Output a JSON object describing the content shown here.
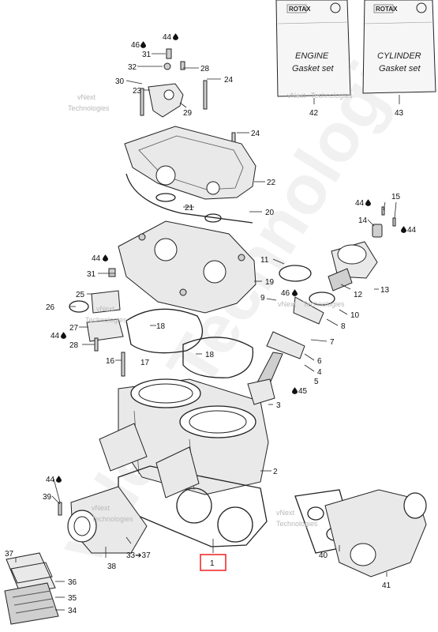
{
  "watermarks": {
    "brand": "vNext",
    "company": "Technologies",
    "big": "vNext Technologies"
  },
  "kits": [
    {
      "number": "42",
      "brand": "ROTAX",
      "line1": "ENGINE",
      "line2": "Gasket set"
    },
    {
      "number": "43",
      "brand": "ROTAX",
      "line1": "CYLINDER",
      "line2": "Gasket set"
    }
  ],
  "callouts": {
    "c1": "1",
    "c2": "2",
    "c3": "3",
    "c4": "4",
    "c5": "5",
    "c6": "6",
    "c7": "7",
    "c8": "8",
    "c9": "9",
    "c10": "10",
    "c11": "11",
    "c12": "12",
    "c13": "13",
    "c14": "14",
    "c15": "15",
    "c16": "16",
    "c17": "17",
    "c18a": "18",
    "c18b": "18",
    "c19": "19",
    "c20": "20",
    "c21": "21",
    "c22": "22",
    "c23": "23",
    "c24a": "24",
    "c24b": "24",
    "c25": "25",
    "c26": "26",
    "c27": "27",
    "c28a": "28",
    "c28b": "28",
    "c29": "29",
    "c30": "30",
    "c31a": "31",
    "c31b": "31",
    "c32": "32",
    "c33": "33➔37",
    "c34": "34",
    "c35": "35",
    "c36": "36",
    "c37": "37",
    "c38": "38",
    "c39": "39",
    "c40": "40",
    "c41": "41",
    "c44a": "44",
    "c44b": "44",
    "c44c": "44",
    "c44d": "44",
    "c44e": "44",
    "c44f": "44",
    "c45": "45",
    "c46a": "46",
    "c46b": "46"
  },
  "icons": {
    "lubricant": "oil-drop-icon"
  }
}
